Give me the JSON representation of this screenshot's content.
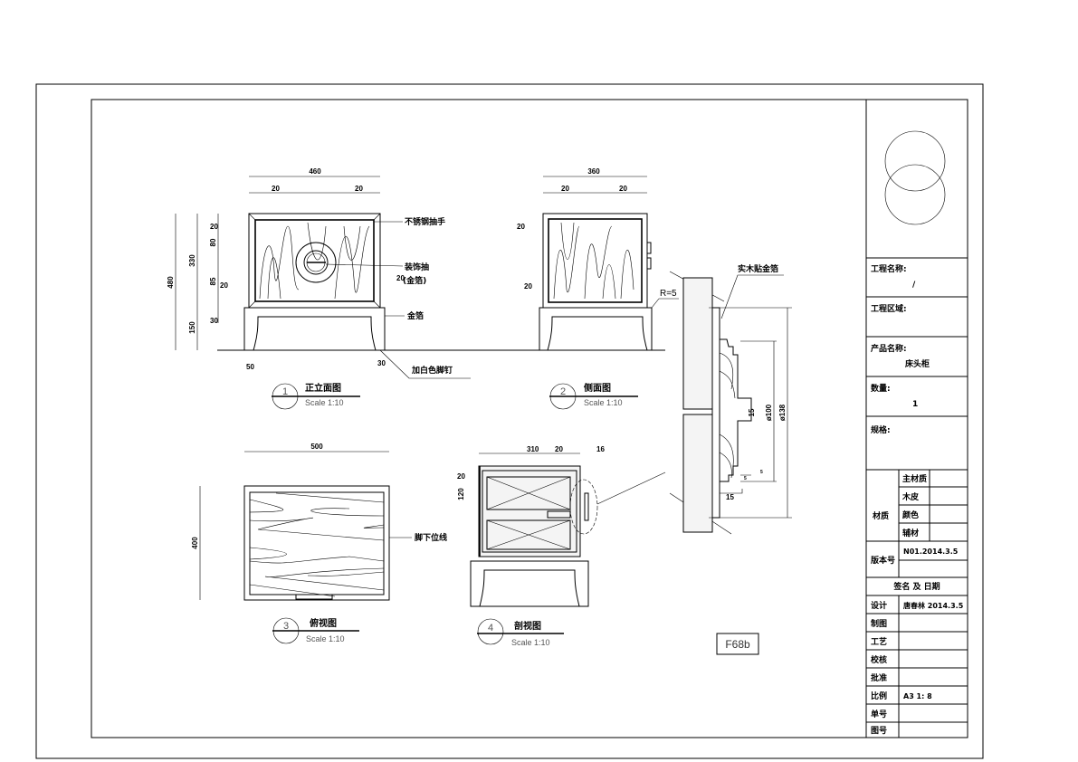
{
  "title_block": {
    "project_name_label": "工程名称:",
    "project_name_value": "/",
    "project_area_label": "工程区域:",
    "product_name_label": "产品名称:",
    "product_name_value": "床头柜",
    "quantity_label": "数量:",
    "quantity_value": "1",
    "spec_label": "规格:",
    "material_label": "材质",
    "material_rows": [
      "主材质",
      "木皮",
      "颜色",
      "辅材"
    ],
    "version_label": "版本号",
    "version_value": "N01.2014.3.5",
    "sign_date_label": "签名 及 日期",
    "sign_rows": [
      {
        "label": "设计",
        "value": "唐春林 2014.3.5"
      },
      {
        "label": "制图",
        "value": ""
      },
      {
        "label": "工艺",
        "value": ""
      },
      {
        "label": "校核",
        "value": ""
      },
      {
        "label": "批准",
        "value": ""
      },
      {
        "label": "比例",
        "value": "A3 1: 8"
      },
      {
        "label": "单号",
        "value": ""
      },
      {
        "label": "图号",
        "value": ""
      }
    ]
  },
  "views": {
    "front": {
      "number": "1",
      "title": "正立面图",
      "scale": "Scale 1:10"
    },
    "side": {
      "number": "2",
      "title": "侧面图",
      "scale": "Scale 1:10"
    },
    "top": {
      "number": "3",
      "title": "俯视图",
      "scale": "Scale 1:10"
    },
    "section": {
      "number": "4",
      "title": "剖视图",
      "scale": "Scale 1:10"
    }
  },
  "annotations": {
    "handle": "不锈钢抽手",
    "deco_drawer": "装饰抽",
    "gold_leaf_paren": "(金箔)",
    "gold_leaf": "金箔",
    "white_foot_nail": "加白色脚钉",
    "foot_line": "脚下位线",
    "solid_wood_gold": "实木贴金箔",
    "radius": "R=5"
  },
  "dimensions": {
    "front": {
      "width": "460",
      "left_inset": "20",
      "right_inset": "20",
      "height_total": "480",
      "body": "330",
      "top_rail": "20",
      "upper": "80",
      "lower": "85",
      "lower_rail": "20",
      "side_rail": "20",
      "base_gap": "30",
      "base": "150",
      "foot_left": "50",
      "foot_right": "30"
    },
    "side": {
      "width": "360",
      "left_inset": "20",
      "right_inset": "20",
      "top": "20",
      "bottom": "20"
    },
    "top": {
      "width": "500",
      "depth": "400"
    },
    "section": {
      "depth": "310",
      "panel": "20",
      "handle": "16",
      "top": "20",
      "drawer": "120"
    },
    "detail": {
      "inner": "ø100",
      "outer": "ø138",
      "gap": "15",
      "offset": "15",
      "small1": "5",
      "small2": "5"
    }
  },
  "drawing_code": "F68b"
}
